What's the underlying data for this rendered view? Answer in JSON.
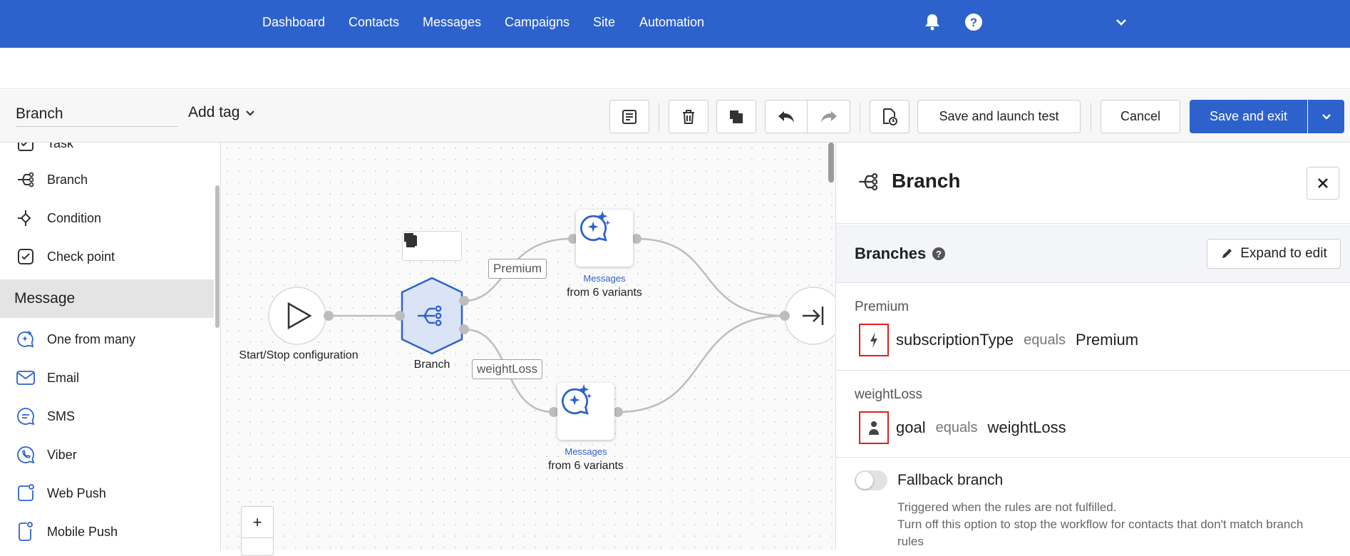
{
  "nav": {
    "items": [
      "Dashboard",
      "Contacts",
      "Messages",
      "Campaigns",
      "Site",
      "Automation"
    ],
    "icons": [
      "bell-icon",
      "help-icon",
      "chevron-down-icon"
    ]
  },
  "toolbar": {
    "workflow_name": "Branch",
    "add_tag": "Add tag",
    "save_launch": "Save and launch test",
    "cancel": "Cancel",
    "save_exit": "Save and exit",
    "accent": "#2d62cc"
  },
  "sidebar": {
    "items_top": [
      {
        "label": "Task",
        "icon": "task-icon"
      },
      {
        "label": "Branch",
        "icon": "branch-icon"
      },
      {
        "label": "Condition",
        "icon": "condition-icon"
      },
      {
        "label": "Check point",
        "icon": "check-point-icon"
      }
    ],
    "section": "Message",
    "items_msg": [
      {
        "label": "One from many",
        "icon": "sparkle-chat-icon"
      },
      {
        "label": "Email",
        "icon": "email-icon"
      },
      {
        "label": "SMS",
        "icon": "sms-icon"
      },
      {
        "label": "Viber",
        "icon": "viber-icon"
      },
      {
        "label": "Web Push",
        "icon": "web-push-icon"
      },
      {
        "label": "Mobile Push",
        "icon": "mobile-push-icon"
      }
    ]
  },
  "canvas": {
    "start_label": "Start/Stop configuration",
    "branch_label": "Branch",
    "edge_premium": "Premium",
    "edge_weightloss": "weightLoss",
    "msg1_type": "Messages",
    "msg1_sub": "from 6 variants",
    "msg2_type": "Messages",
    "msg2_sub": "from 6 variants",
    "zoom_in": "+"
  },
  "panel": {
    "title": "Branch",
    "branches_title": "Branches",
    "expand": "Expand to edit",
    "branches": [
      {
        "name": "Premium",
        "field": "subscriptionType",
        "op": "equals",
        "value": "Premium",
        "icon": "lightning-icon"
      },
      {
        "name": "weightLoss",
        "field": "goal",
        "op": "equals",
        "value": "weightLoss",
        "icon": "person-icon"
      }
    ],
    "fallback_label": "Fallback branch",
    "fallback_desc1": "Triggered when the rules are not fulfilled.",
    "fallback_desc2": "Turn off this option to stop the workflow for contacts that don't match branch",
    "fallback_desc3": "rules",
    "fallback_on": false,
    "highlight_color": "#e0201e"
  }
}
